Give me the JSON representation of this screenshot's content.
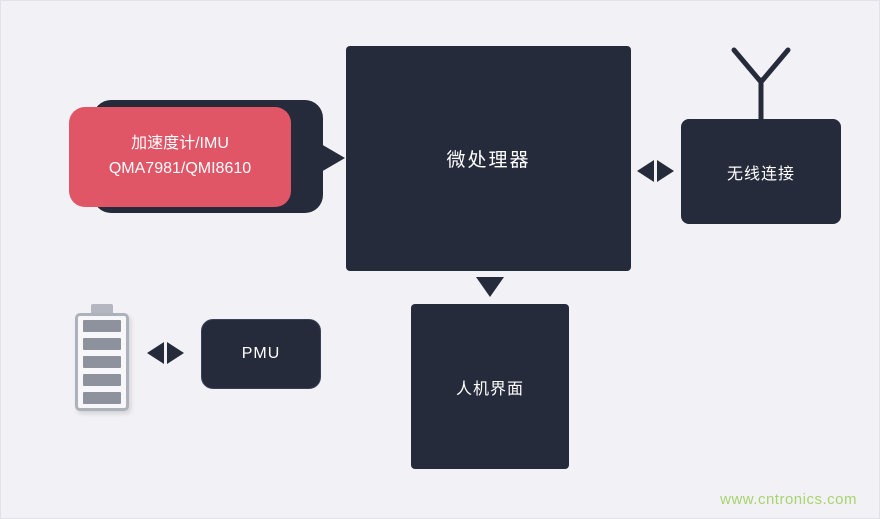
{
  "diagram": {
    "colors": {
      "dark": "#252b3a",
      "red": "#e05666",
      "watermark": "#a8d470",
      "bg": "#f2f1f5"
    },
    "nodes": {
      "imu": {
        "line1": "加速度计/IMU",
        "line2": "QMA7981/QMI8610"
      },
      "mcu": {
        "label": "微处理器"
      },
      "wireless": {
        "label": "无线连接"
      },
      "hmi": {
        "label": "人机界面"
      },
      "pmu": {
        "label": "PMU"
      }
    },
    "watermark": "www.cntronics.com"
  }
}
